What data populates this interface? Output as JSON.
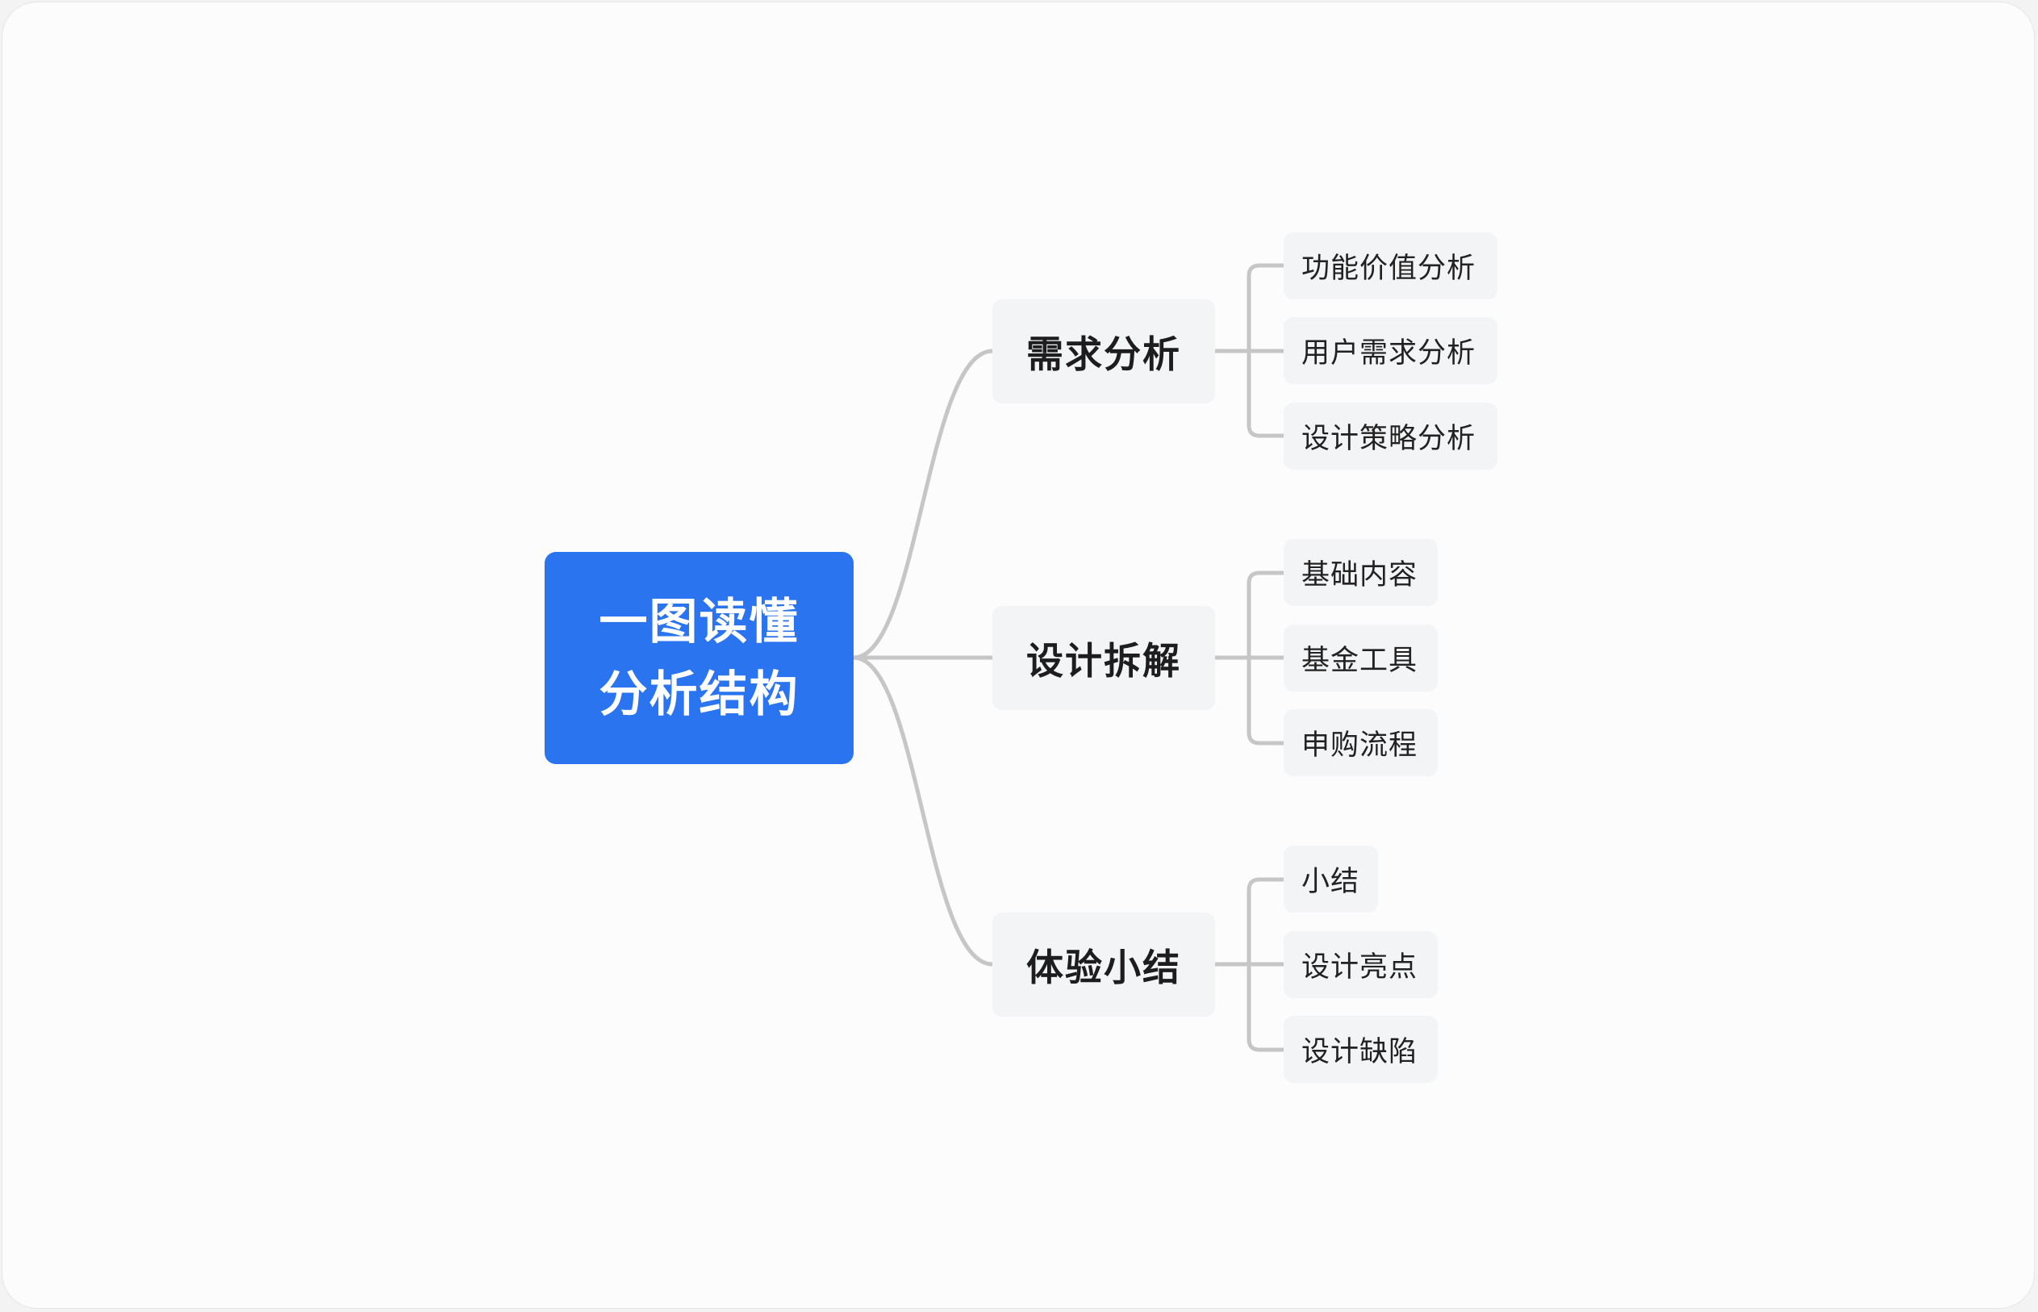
{
  "root": {
    "line1": "一图读懂",
    "line2": "分析结构"
  },
  "branches": [
    {
      "label": "需求分析",
      "children": [
        "功能价值分析",
        "用户需求分析",
        "设计策略分析"
      ]
    },
    {
      "label": "设计拆解",
      "children": [
        "基础内容",
        "基金工具",
        "申购流程"
      ]
    },
    {
      "label": "体验小结",
      "children": [
        "小结",
        "设计亮点",
        "设计缺陷"
      ]
    }
  ],
  "colors": {
    "root_fill": "#2a74f0",
    "node_fill": "#f3f4f6",
    "connector": "#c6c6c6",
    "background": "#fcfcfc"
  }
}
